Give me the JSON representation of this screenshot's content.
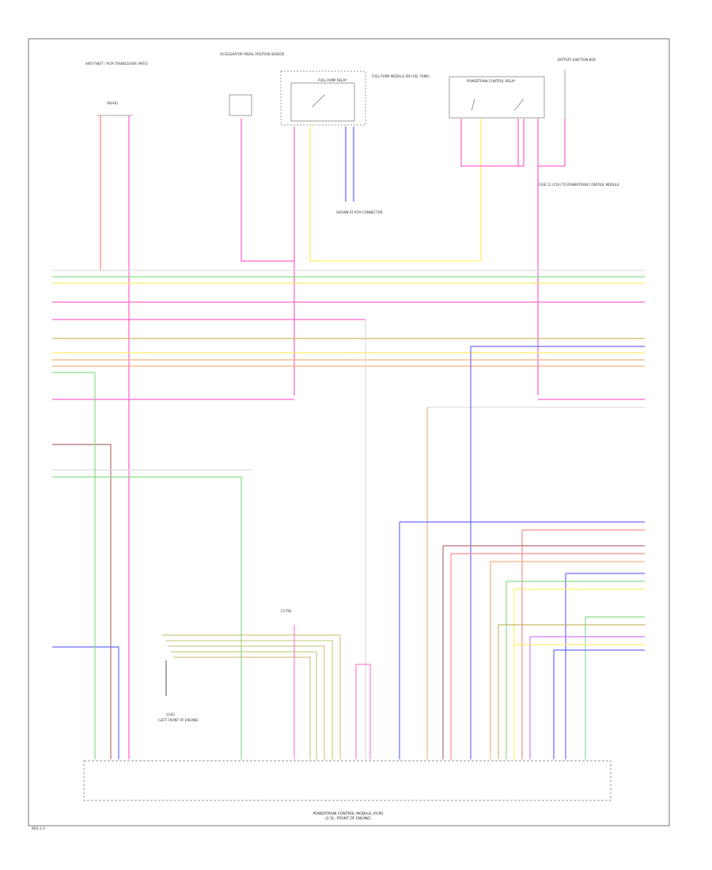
{
  "diagram": {
    "page_code": "W01-1 0",
    "module_title_line1": "POWERTRAIN CONTROL MODULE (PCM)",
    "module_title_line2": "(2.5L, FRONT OF ENGINE)",
    "top_left_label": "ANTI-THEFT / PCM TRANSCEIVER (PATS)",
    "top_left_sub": "(REAR)",
    "top_mid_label": "ACCELERATOR PEDAL POSITION SENSOR",
    "top_center_label": "FUEL PUMP RELAY",
    "top_center_note": "FUEL PUMP MODULE (IN FUEL TANK)",
    "top_right_label": "POWERTRAIN CONTROL RELAY",
    "top_far_right_label": "BATTERY JUNCTION BOX",
    "splice_note": "SHOWN AT PCM CONNECTOR",
    "ground_label": "G105",
    "ground_sub": "(LEFT FRONT OF ENGINE)",
    "connector_label": "C175B",
    "wire_note_right": "FUSE 13 (15A) TO POWERTRAIN CONTROL MODULE",
    "wire_colors": {
      "pink": "#ff66cc",
      "red": "#ff8a8a",
      "yellow": "#ffee66",
      "green": "#88dd88",
      "blue": "#6a6aff",
      "orange": "#f4b183",
      "tan": "#c9b86a",
      "violet": "#d27bff",
      "gray": "#b8b8b8",
      "brown": "#b07070"
    }
  }
}
